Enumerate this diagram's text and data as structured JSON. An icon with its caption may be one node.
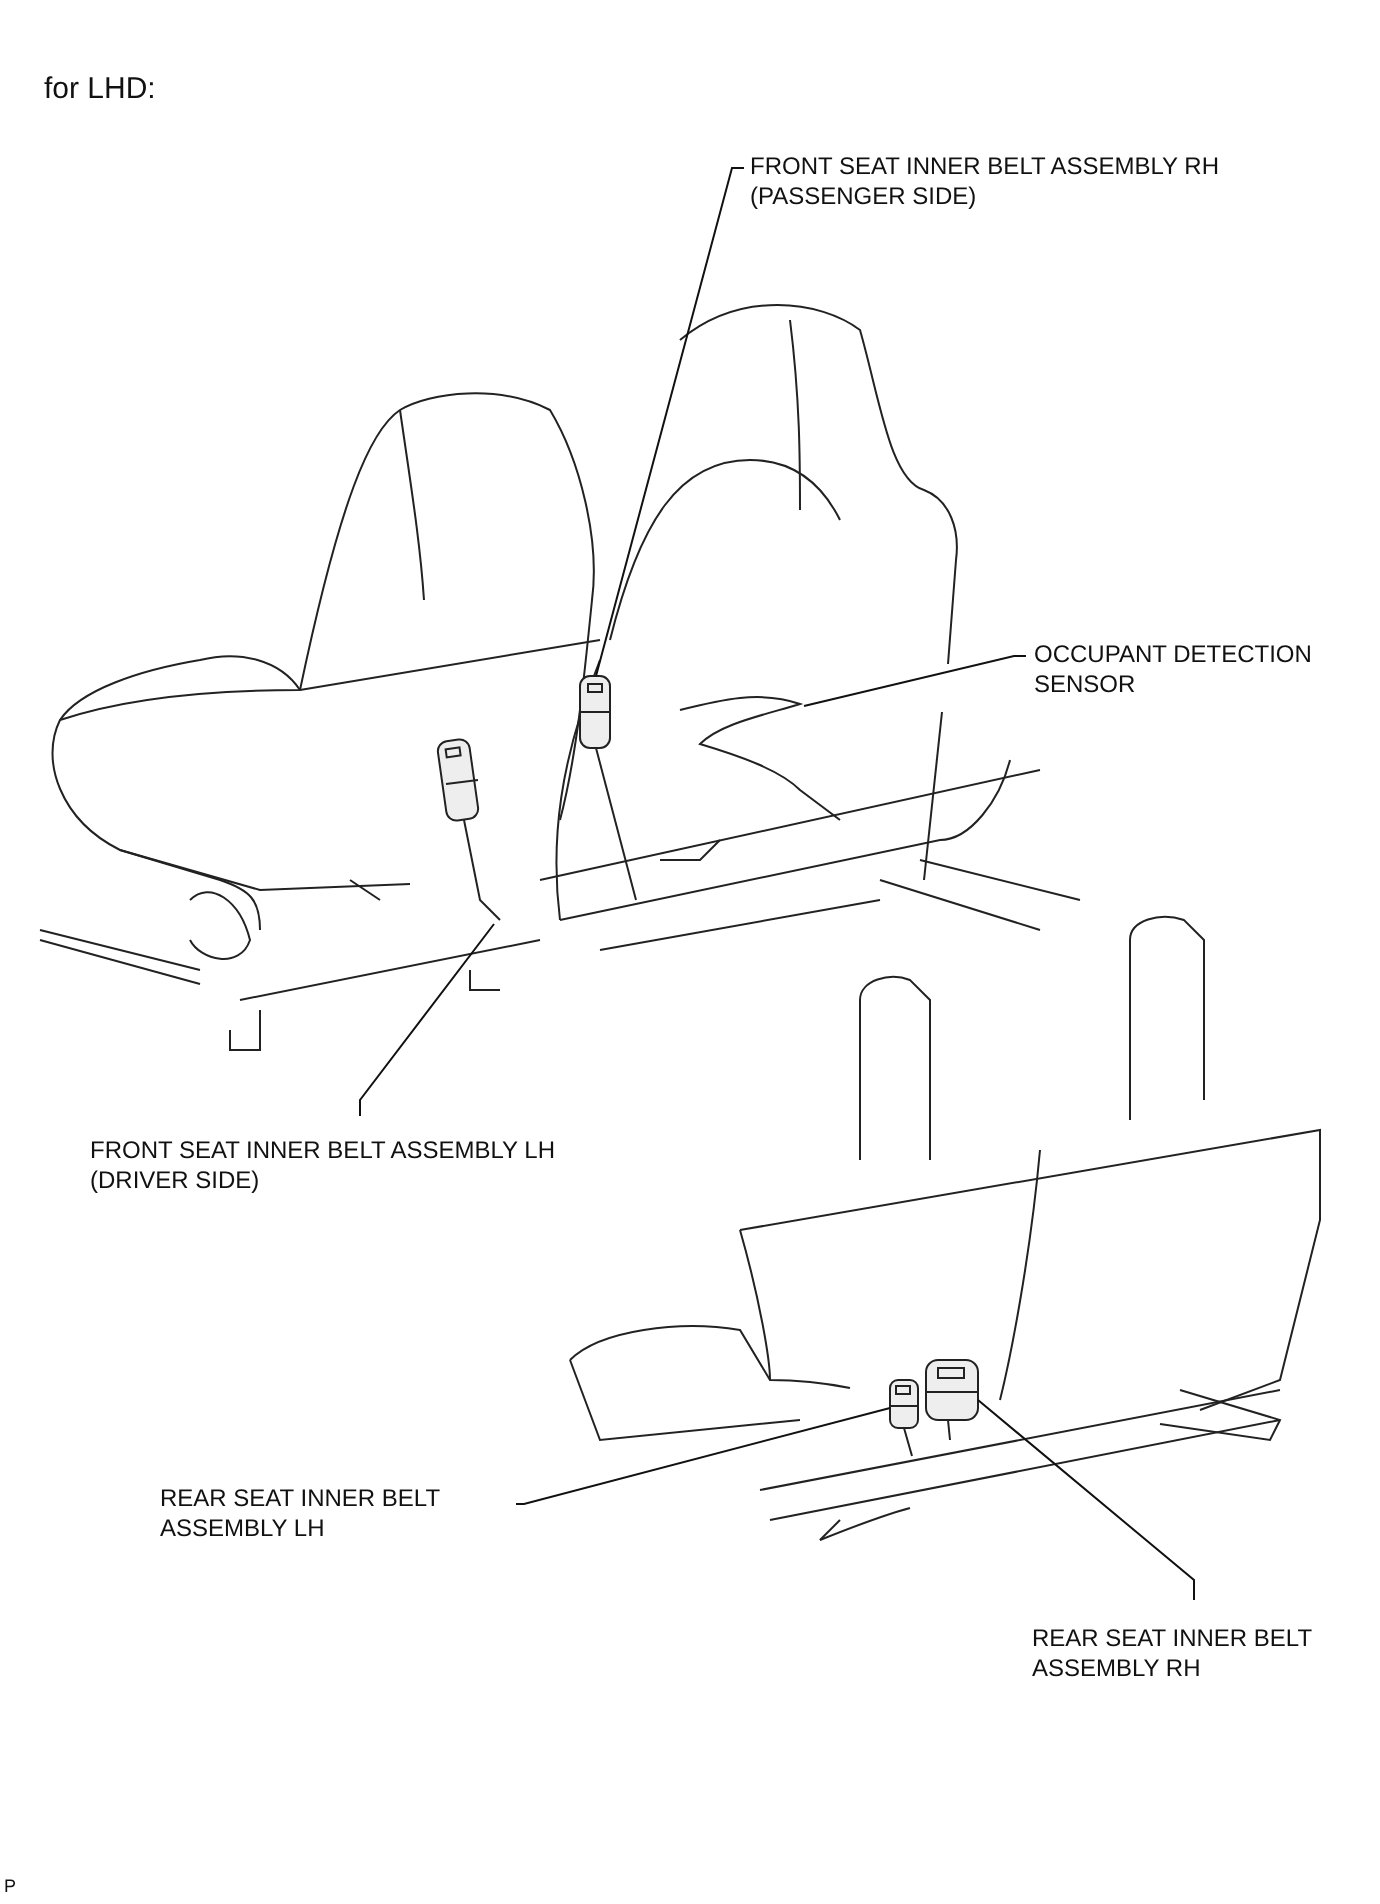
{
  "diagram": {
    "title": "for LHD:",
    "nodes": [
      {
        "text": [
          "FRONT SEAT INNER BELT ASSEMBLY RH (PASSENGER SIDE)"
        ]
      },
      {
        "text": [
          "OCCUPANT DETECTION SENSOR"
        ]
      },
      {
        "text": [
          "FRONT SEAT INNER BELT ASSEMBLY LH (DRIVER SIDE)"
        ]
      },
      {
        "text": [
          "REAR SEAT INNER BELT ASSEMBLY LH"
        ]
      },
      {
        "text": [
          "REAR SEAT INNER BELT ASSEMBLY RH"
        ]
      },
      {
        "text": [],
        "shape": "picture"
      },
      {
        "text": [],
        "shape": "picture"
      },
      {
        "text": [],
        "shape": "picture"
      },
      {
        "text": [],
        "shape": "picture"
      },
      {
        "text": [],
        "shape": "picture"
      }
    ],
    "edges": [
      {
        "from": 0,
        "to": 5,
        "arrow": "none"
      },
      {
        "from": 1,
        "to": 6,
        "arrow": "none"
      },
      {
        "from": 2,
        "to": 7,
        "arrow": "none"
      },
      {
        "from": 3,
        "to": 8,
        "arrow": "none"
      },
      {
        "from": 4,
        "to": 9,
        "arrow": "none"
      }
    ],
    "labels": [
      "P"
    ]
  }
}
